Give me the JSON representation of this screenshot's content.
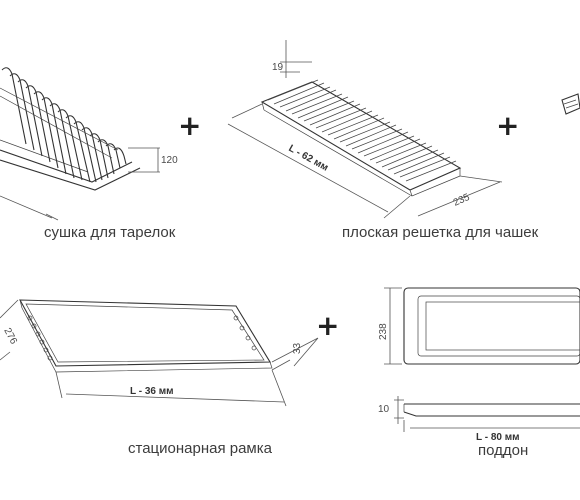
{
  "captions": {
    "plate_dryer": "сушка для тарелок",
    "cup_rack": "плоская решетка для чашек",
    "frame": "стационарная рамка",
    "tray": "поддон"
  },
  "plus_sign": "+",
  "dimensions": {
    "plate_dryer_height": "120",
    "cup_rack_height": "19",
    "cup_rack_length": "L - 62 мм",
    "cup_rack_depth": "235",
    "frame_depth": "276",
    "frame_height": "33",
    "frame_length": "L - 36 мм",
    "tray_depth": "238",
    "tray_height": "10",
    "tray_length": "L - 80 мм"
  }
}
